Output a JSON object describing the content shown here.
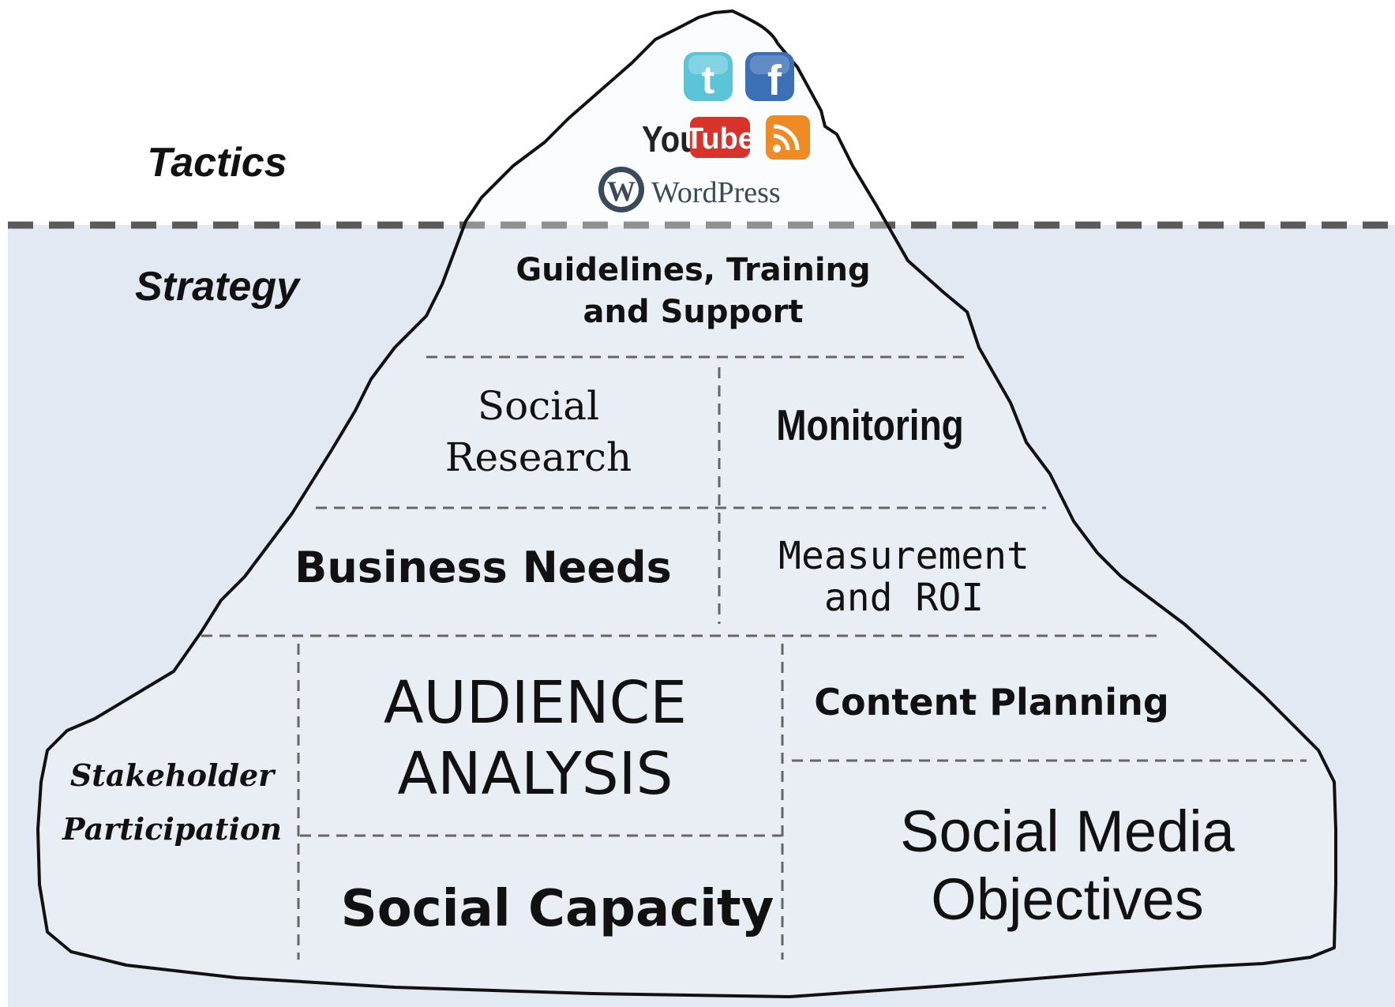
{
  "zones": {
    "tactics": "Tactics",
    "strategy": "Strategy"
  },
  "tactics_icons": {
    "twitter": {
      "icon": "twitter-icon",
      "color": "#5bc4d6"
    },
    "facebook": {
      "icon": "facebook-icon",
      "letter": "f",
      "color": "#3b6fb6"
    },
    "youtube": {
      "icon": "youtube-logo",
      "you": "You",
      "tube": "Tube",
      "color": "#d7332b"
    },
    "rss": {
      "icon": "rss-icon",
      "color": "#f08a24"
    },
    "wordpress": {
      "icon": "wordpress-logo",
      "text": "WordPress",
      "color": "#3a4a5a"
    }
  },
  "strategy_cells": {
    "guidelines": [
      "Guidelines, Training",
      "and Support"
    ],
    "social_research": [
      "Social",
      "Research"
    ],
    "monitoring": "Monitoring",
    "business_needs": "Business Needs",
    "measurement": [
      "Measurement",
      "and ROI"
    ],
    "stakeholder": [
      "Stakeholder",
      "Participation"
    ],
    "audience": [
      "AUDIENCE",
      "ANALYSIS"
    ],
    "content_planning": "Content Planning",
    "social_capacity": "Social Capacity",
    "social_media_objectives": [
      "Social Media",
      "Objectives"
    ]
  },
  "colors": {
    "water": "#e3e9f2",
    "waterline": "#5a5a5a",
    "outline": "#111111",
    "divider": "#666666"
  }
}
